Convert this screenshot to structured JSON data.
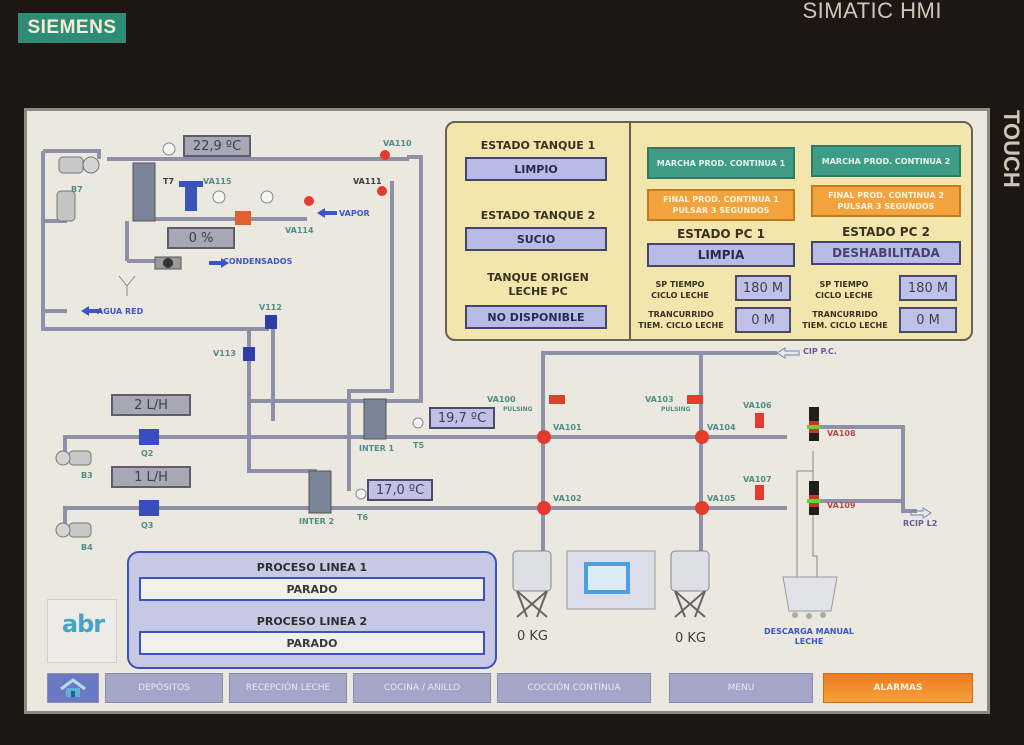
{
  "bezel": {
    "brand": "SIEMENS",
    "model": "SIMATIC HMI",
    "side_text": "TOUCH"
  },
  "diagram": {
    "equipment": {
      "pump_b7": "B7",
      "pump_b3": "B3",
      "pump_b4": "B4",
      "temp_t7": "T7",
      "temp_t5": "T5",
      "temp_t6": "T6",
      "flow_q2": "Q2",
      "flow_q3": "Q3",
      "inter1": "INTER 1",
      "inter2": "INTER 2"
    },
    "valves": {
      "va110": "VA110",
      "va111": "VA111",
      "va115": "VA115",
      "va114": "VA114",
      "v112": "V112",
      "v113": "V113",
      "va100": "VA100",
      "va103": "VA103",
      "va101": "VA101",
      "va102": "VA102",
      "va104": "VA104",
      "va105": "VA105",
      "va106": "VA106",
      "va107": "VA107",
      "va108": "VA108",
      "va109": "VA109",
      "pulsing": "PULSING"
    },
    "flows": {
      "vapor": "VAPOR",
      "condensados": "CONDENSADOS",
      "agua_red": "AGUA RED",
      "cip_pc": "CIP P.C.",
      "rcip_l2": "RCIP L2",
      "descarga_line1": "DESCARGA MANUAL",
      "descarga_line2": "LECHE"
    },
    "readouts": {
      "t7_temp": "22,9 ºC",
      "valve_opening": "0 %",
      "t5_temp": "19,7 ºC",
      "t6_temp": "17,0 ºC",
      "q2_flow": "2 L/H",
      "q3_flow": "1 L/H",
      "tank1_weight": "0 KG",
      "tank2_weight": "0 KG"
    }
  },
  "tank_panel": {
    "tank1_label": "ESTADO TANQUE 1",
    "tank1_value": "LIMPIO",
    "tank2_label": "ESTADO TANQUE 2",
    "tank2_value": "SUCIO",
    "origin_label_1": "TANQUE ORIGEN",
    "origin_label_2": "LECHE PC",
    "origin_value": "NO DISPONIBLE"
  },
  "pc_panel": {
    "pc1": {
      "start_button": "MARCHA PROD. CONTINUA 1",
      "end_button_1": "FINAL PROD. CONTINUA 1",
      "end_button_2": "PULSAR 3 SEGUNDOS",
      "state_label": "ESTADO PC 1",
      "state_value": "LIMPIA",
      "sp_label_1": "SP TIEMPO",
      "sp_label_2": "CICLO LECHE",
      "sp_value": "180 M",
      "elapsed_label_1": "TRANCURRIDO",
      "elapsed_label_2": "TIEM. CICLO LECHE",
      "elapsed_value": "0 M"
    },
    "pc2": {
      "start_button": "MARCHA PROD. CONTINUA 2",
      "end_button_1": "FINAL PROD. CONTINUA 2",
      "end_button_2": "PULSAR 3 SEGUNDOS",
      "state_label": "ESTADO PC 2",
      "state_value": "DESHABILITADA",
      "sp_label_1": "SP TIEMPO",
      "sp_label_2": "CICLO LECHE",
      "sp_value": "180 M",
      "elapsed_label_1": "TRANCURRIDO",
      "elapsed_label_2": "TIEM. CICLO LECHE",
      "elapsed_value": "0 M"
    }
  },
  "process": {
    "line1_label": "PROCESO LINEA 1",
    "line1_value": "PARADO",
    "line2_label": "PROCESO LINEA 2",
    "line2_value": "PARADO"
  },
  "logo": {
    "text": "abr"
  },
  "nav": {
    "home_icon": "home-icon",
    "items": [
      "DEPÓSITOS",
      "RECEPCIÓN LECHE",
      "COCINA / ANILLO",
      "COCCIÓN CONTÍNUA",
      "MENU",
      "ALARMAS"
    ]
  },
  "colors": {
    "valve_red": "#e53a2e",
    "panel_yellow": "#f3e6ad",
    "state_blue": "#b8bbe6",
    "alarm_orange": "#f07a22",
    "button_green": "#3f9c86"
  }
}
